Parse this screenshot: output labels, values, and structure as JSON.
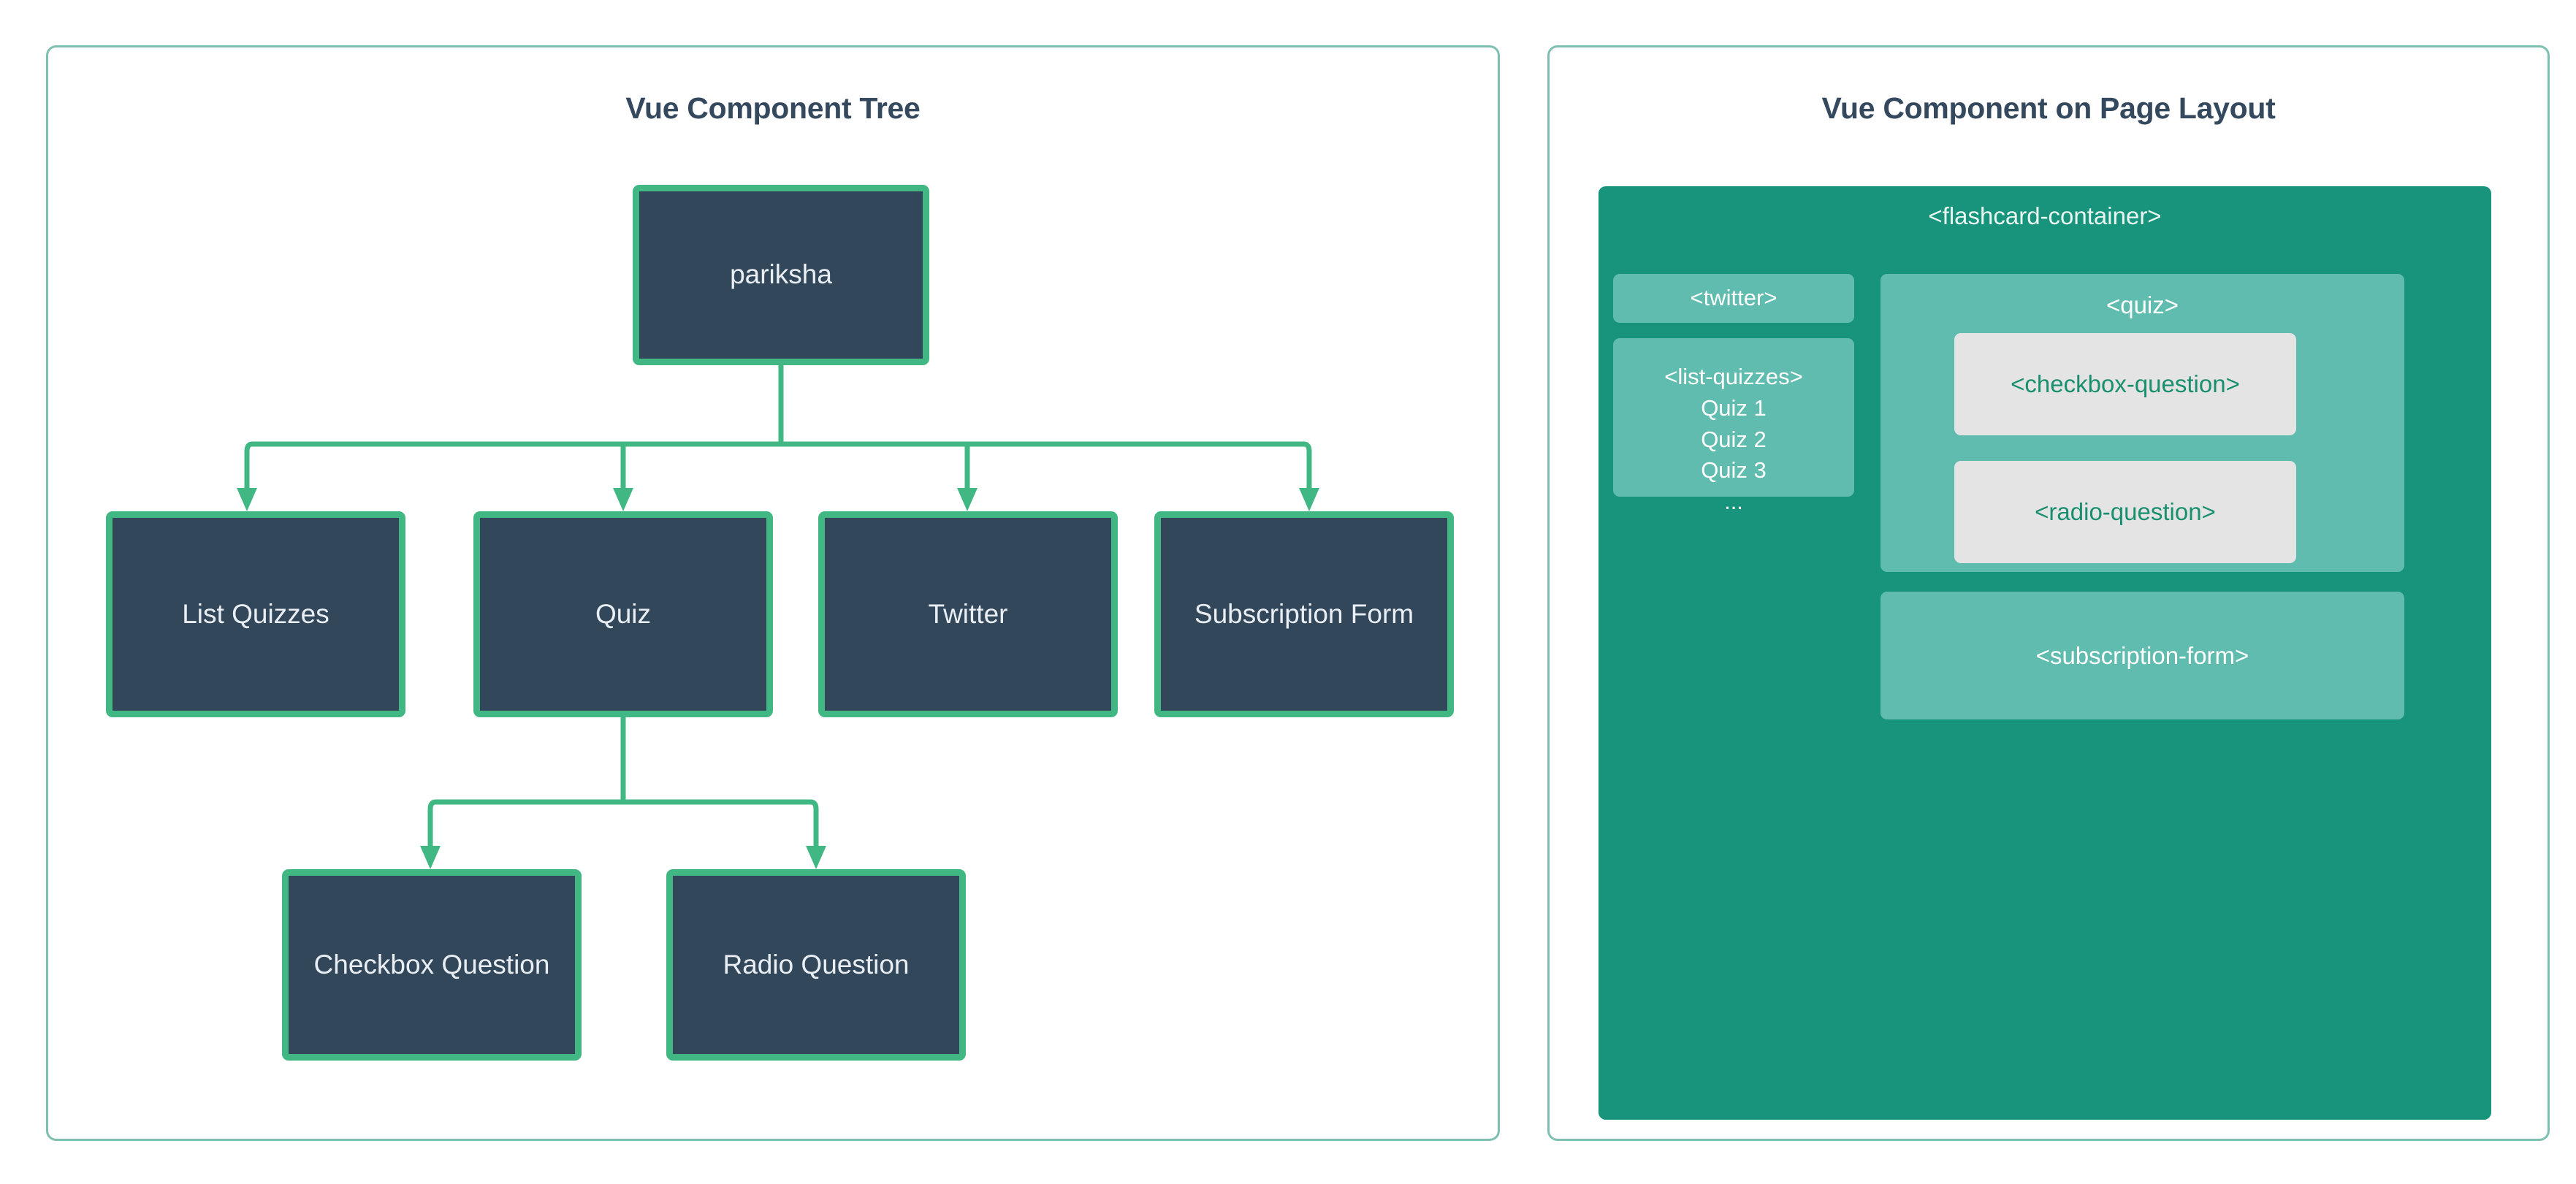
{
  "tree_panel": {
    "title": "Vue Component Tree",
    "nodes": [
      {
        "id": "pariksha",
        "label": "pariksha"
      },
      {
        "id": "list-quizzes",
        "label": "List Quizzes"
      },
      {
        "id": "quiz",
        "label": "Quiz"
      },
      {
        "id": "twitter",
        "label": "Twitter"
      },
      {
        "id": "subscription-form",
        "label": "Subscription Form"
      },
      {
        "id": "checkbox-question",
        "label": "Checkbox Question"
      },
      {
        "id": "radio-question",
        "label": "Radio Question"
      }
    ],
    "edges": [
      {
        "from": "pariksha",
        "to": "list-quizzes"
      },
      {
        "from": "pariksha",
        "to": "quiz"
      },
      {
        "from": "pariksha",
        "to": "twitter"
      },
      {
        "from": "pariksha",
        "to": "subscription-form"
      },
      {
        "from": "quiz",
        "to": "checkbox-question"
      },
      {
        "from": "quiz",
        "to": "radio-question"
      }
    ]
  },
  "layout_panel": {
    "title": "Vue Component on Page Layout",
    "flashcard_container": {
      "label": "<flashcard-container>",
      "twitter": {
        "label": "<twitter>"
      },
      "list_quizzes": {
        "label": "<list-quizzes>",
        "items": [
          "Quiz 1",
          "Quiz 2",
          "Quiz 3",
          "..."
        ]
      },
      "quiz": {
        "label": "<quiz>",
        "checkbox_question": {
          "label": "<checkbox-question>"
        },
        "radio_question": {
          "label": "<radio-question>"
        }
      },
      "subscription_form": {
        "label": "<subscription-form>"
      }
    }
  },
  "colors": {
    "panel_border": "#7fbfb2",
    "title_text": "#35495e",
    "node_fill": "#33475b",
    "node_border": "#41b883",
    "node_text": "#e8eef3",
    "connector": "#41b883",
    "container_bg": "#19947c",
    "sub_box_bg": "#60bcae",
    "question_box_bg": "#e4e4e4",
    "question_box_text": "#198f6f",
    "page_bg": "#ffffff"
  }
}
